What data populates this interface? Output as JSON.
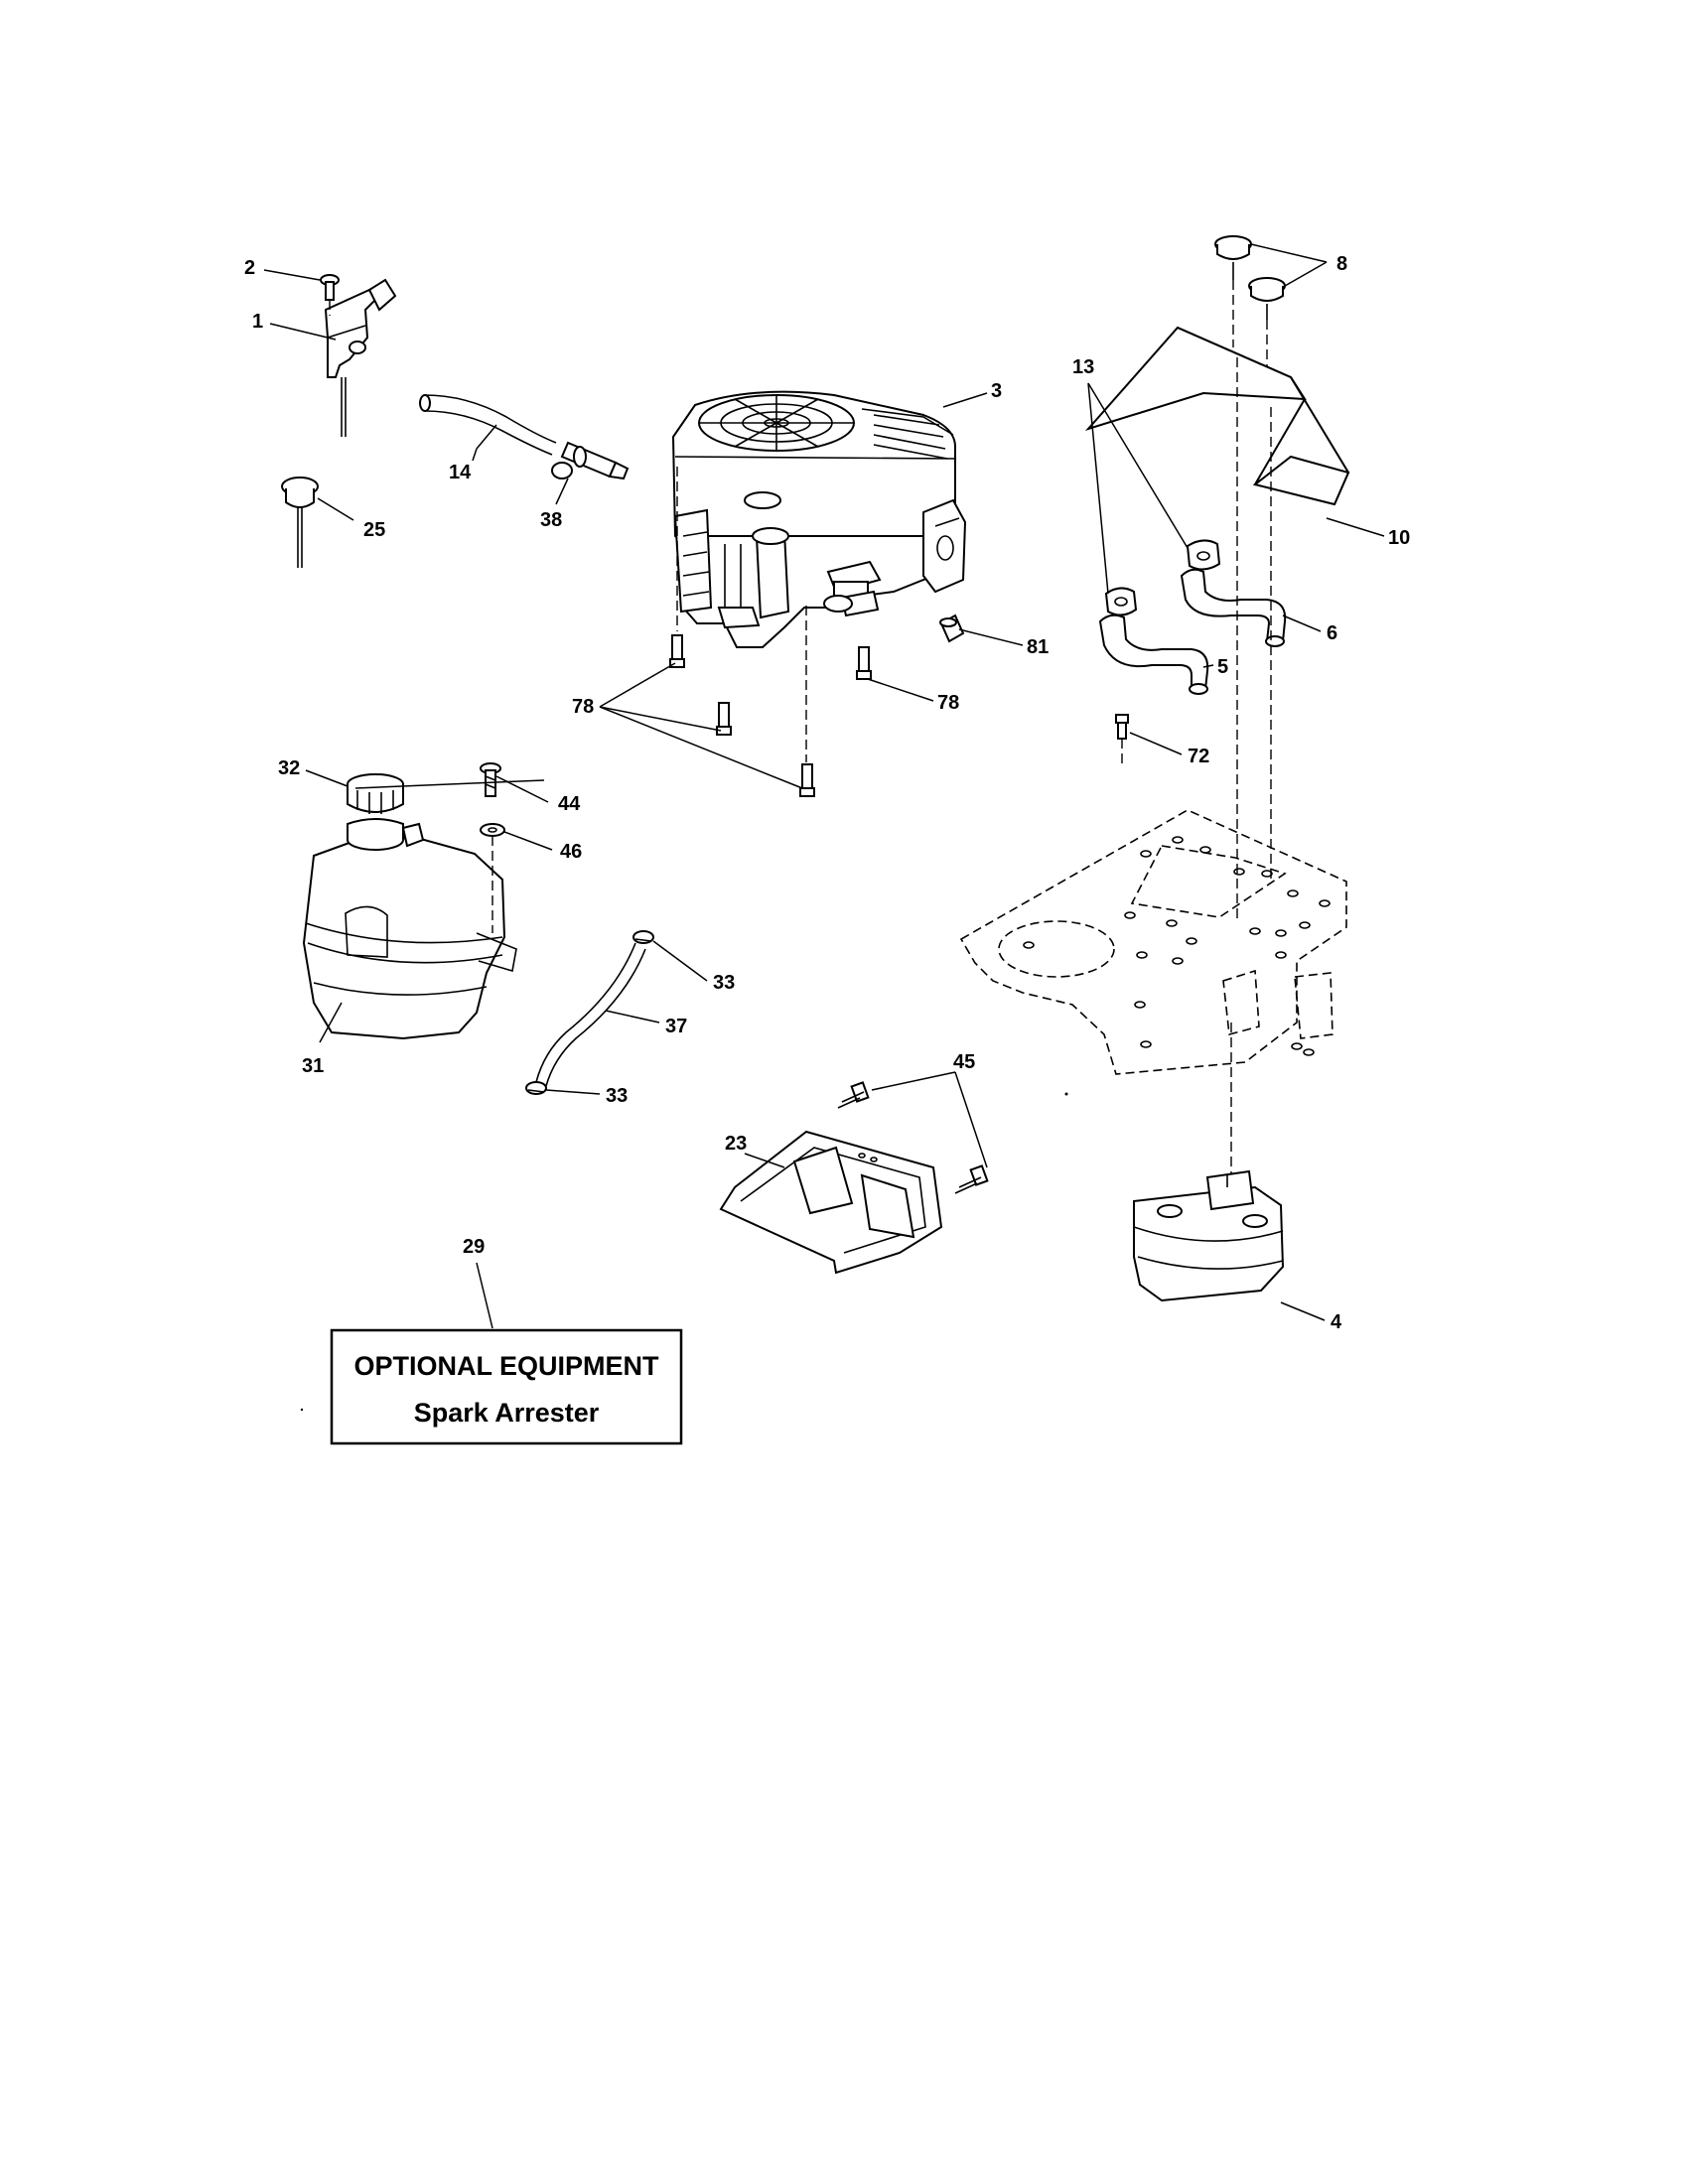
{
  "callouts": {
    "c1": "1",
    "c2": "2",
    "c3": "3",
    "c4": "4",
    "c5": "5",
    "c6": "6",
    "c8": "8",
    "c10": "10",
    "c13": "13",
    "c14": "14",
    "c23": "23",
    "c25": "25",
    "c29": "29",
    "c31": "31",
    "c32": "32",
    "c33a": "33",
    "c33b": "33",
    "c37": "37",
    "c38": "38",
    "c44": "44",
    "c45": "45",
    "c46": "46",
    "c72": "72",
    "c78a": "78",
    "c78b": "78",
    "c81": "81"
  },
  "optional_box": {
    "title": "OPTIONAL EQUIPMENT",
    "subtitle": "Spark Arrester"
  }
}
